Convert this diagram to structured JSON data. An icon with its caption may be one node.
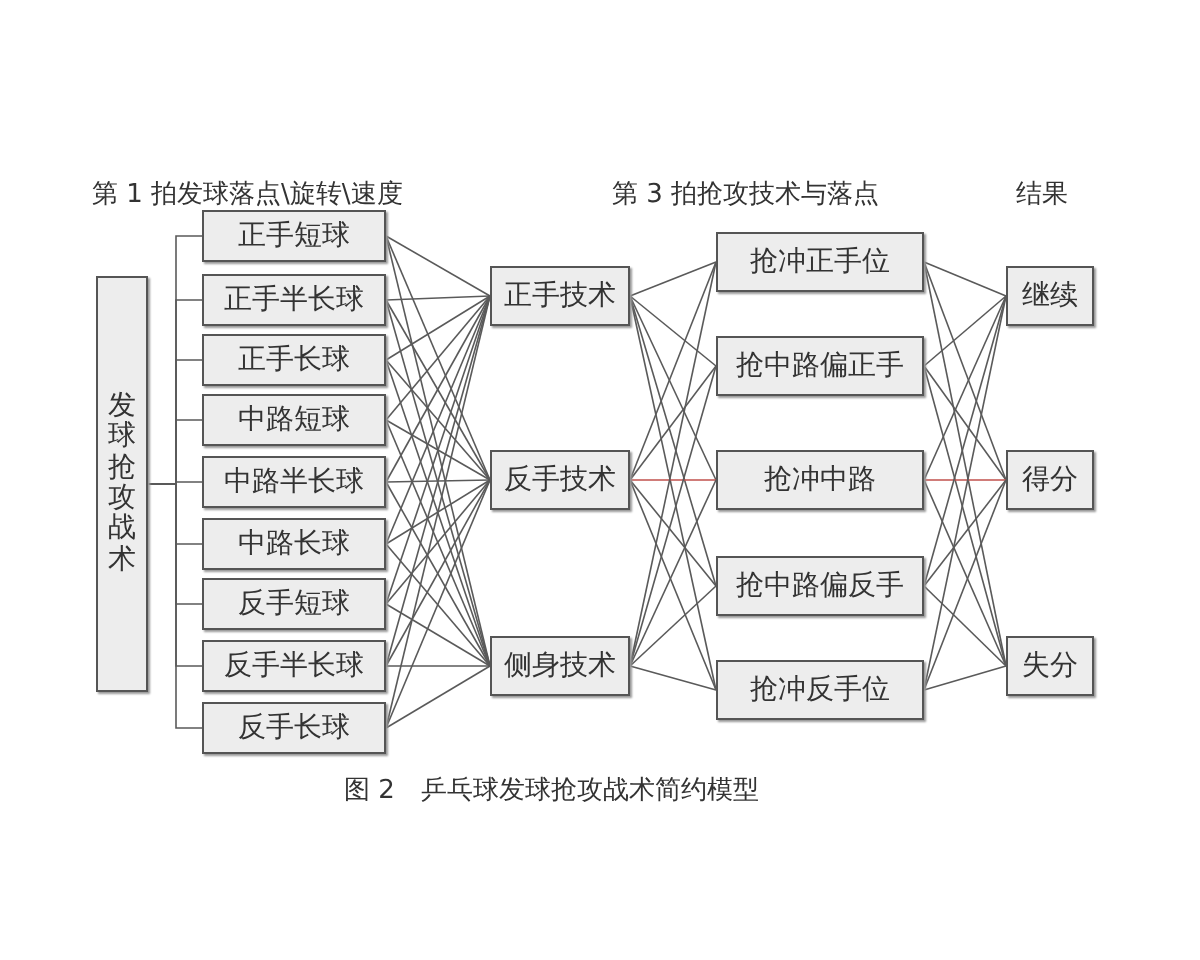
{
  "diagram": {
    "caption": "图 2　乒乓球发球抢攻战术简约模型",
    "nodes": [
      {
        "text": [
          "发球抢攻战术"
        ]
      },
      {
        "text": [
          "正手短球"
        ]
      },
      {
        "text": [
          "正手半长球"
        ]
      },
      {
        "text": [
          "正手长球"
        ]
      },
      {
        "text": [
          "中路短球"
        ]
      },
      {
        "text": [
          "中路半长球"
        ]
      },
      {
        "text": [
          "中路长球"
        ]
      },
      {
        "text": [
          "反手短球"
        ]
      },
      {
        "text": [
          "反手半长球"
        ]
      },
      {
        "text": [
          "反手长球"
        ]
      },
      {
        "text": [
          "正手技术"
        ]
      },
      {
        "text": [
          "反手技术"
        ]
      },
      {
        "text": [
          "侧身技术"
        ]
      },
      {
        "text": [
          "抢冲正手位"
        ]
      },
      {
        "text": [
          "抢中路偏正手"
        ]
      },
      {
        "text": [
          "抢冲中路"
        ]
      },
      {
        "text": [
          "抢中路偏反手"
        ]
      },
      {
        "text": [
          "抢冲反手位"
        ]
      },
      {
        "text": [
          "继续"
        ]
      },
      {
        "text": [
          "得分"
        ]
      },
      {
        "text": [
          "失分"
        ]
      }
    ],
    "edges": [
      {
        "from": 0,
        "to": 1,
        "arrow": "none"
      },
      {
        "from": 0,
        "to": 2,
        "arrow": "none"
      },
      {
        "from": 0,
        "to": 3,
        "arrow": "none"
      },
      {
        "from": 0,
        "to": 4,
        "arrow": "none"
      },
      {
        "from": 0,
        "to": 5,
        "arrow": "none"
      },
      {
        "from": 0,
        "to": 6,
        "arrow": "none"
      },
      {
        "from": 0,
        "to": 7,
        "arrow": "none"
      },
      {
        "from": 0,
        "to": 8,
        "arrow": "none"
      },
      {
        "from": 0,
        "to": 9,
        "arrow": "none"
      },
      {
        "from": 1,
        "to": 10,
        "arrow": "none"
      },
      {
        "from": 1,
        "to": 11,
        "arrow": "none"
      },
      {
        "from": 1,
        "to": 12,
        "arrow": "none"
      },
      {
        "from": 2,
        "to": 10,
        "arrow": "none"
      },
      {
        "from": 2,
        "to": 11,
        "arrow": "none"
      },
      {
        "from": 2,
        "to": 12,
        "arrow": "none"
      },
      {
        "from": 3,
        "to": 10,
        "arrow": "none"
      },
      {
        "from": 3,
        "to": 11,
        "arrow": "none"
      },
      {
        "from": 3,
        "to": 12,
        "arrow": "none"
      },
      {
        "from": 4,
        "to": 10,
        "arrow": "none"
      },
      {
        "from": 4,
        "to": 11,
        "arrow": "none"
      },
      {
        "from": 4,
        "to": 12,
        "arrow": "none"
      },
      {
        "from": 5,
        "to": 10,
        "arrow": "none"
      },
      {
        "from": 5,
        "to": 11,
        "arrow": "none"
      },
      {
        "from": 5,
        "to": 12,
        "arrow": "none"
      },
      {
        "from": 6,
        "to": 10,
        "arrow": "none"
      },
      {
        "from": 6,
        "to": 11,
        "arrow": "none"
      },
      {
        "from": 6,
        "to": 12,
        "arrow": "none"
      },
      {
        "from": 7,
        "to": 10,
        "arrow": "none"
      },
      {
        "from": 7,
        "to": 11,
        "arrow": "none"
      },
      {
        "from": 7,
        "to": 12,
        "arrow": "none"
      },
      {
        "from": 8,
        "to": 10,
        "arrow": "none"
      },
      {
        "from": 8,
        "to": 11,
        "arrow": "none"
      },
      {
        "from": 8,
        "to": 12,
        "arrow": "none"
      },
      {
        "from": 9,
        "to": 10,
        "arrow": "none"
      },
      {
        "from": 9,
        "to": 11,
        "arrow": "none"
      },
      {
        "from": 9,
        "to": 12,
        "arrow": "none"
      },
      {
        "from": 10,
        "to": 13,
        "arrow": "none"
      },
      {
        "from": 10,
        "to": 14,
        "arrow": "none"
      },
      {
        "from": 10,
        "to": 15,
        "arrow": "none"
      },
      {
        "from": 10,
        "to": 16,
        "arrow": "none"
      },
      {
        "from": 10,
        "to": 17,
        "arrow": "none"
      },
      {
        "from": 11,
        "to": 13,
        "arrow": "none"
      },
      {
        "from": 11,
        "to": 14,
        "arrow": "none"
      },
      {
        "from": 11,
        "to": 15,
        "arrow": "none",
        "color": "#c0504d"
      },
      {
        "from": 11,
        "to": 16,
        "arrow": "none"
      },
      {
        "from": 11,
        "to": 17,
        "arrow": "none"
      },
      {
        "from": 12,
        "to": 13,
        "arrow": "none"
      },
      {
        "from": 12,
        "to": 14,
        "arrow": "none"
      },
      {
        "from": 12,
        "to": 15,
        "arrow": "none"
      },
      {
        "from": 12,
        "to": 16,
        "arrow": "none"
      },
      {
        "from": 12,
        "to": 17,
        "arrow": "none"
      },
      {
        "from": 13,
        "to": 18,
        "arrow": "none"
      },
      {
        "from": 13,
        "to": 19,
        "arrow": "none"
      },
      {
        "from": 13,
        "to": 20,
        "arrow": "none"
      },
      {
        "from": 14,
        "to": 18,
        "arrow": "none"
      },
      {
        "from": 14,
        "to": 19,
        "arrow": "none"
      },
      {
        "from": 14,
        "to": 20,
        "arrow": "none"
      },
      {
        "from": 15,
        "to": 18,
        "arrow": "none"
      },
      {
        "from": 15,
        "to": 19,
        "arrow": "none",
        "color": "#c0504d"
      },
      {
        "from": 15,
        "to": 20,
        "arrow": "none"
      },
      {
        "from": 16,
        "to": 18,
        "arrow": "none"
      },
      {
        "from": 16,
        "to": 19,
        "arrow": "none"
      },
      {
        "from": 16,
        "to": 20,
        "arrow": "none"
      },
      {
        "from": 17,
        "to": 18,
        "arrow": "none"
      },
      {
        "from": 17,
        "to": 19,
        "arrow": "none"
      },
      {
        "from": 17,
        "to": 20,
        "arrow": "none"
      }
    ],
    "labels": [
      "第 1 拍发球落点\\旋转\\速度",
      "第 3 拍抢攻技术与落点",
      "结果"
    ]
  }
}
